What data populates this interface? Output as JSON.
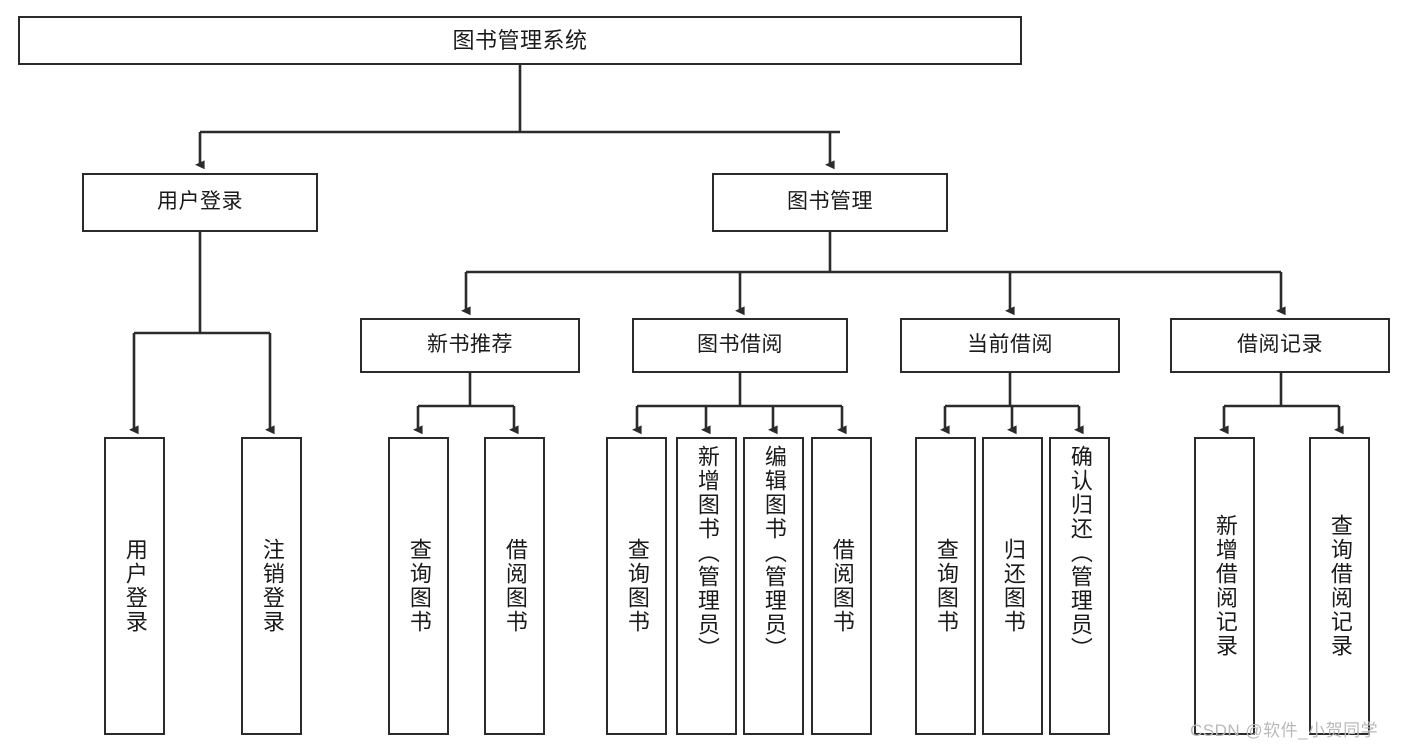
{
  "diagram": {
    "title": "图书管理系统",
    "type": "hierarchy-tree",
    "colors": {
      "stroke": "#2b2b2b",
      "fill": "#ffffff",
      "text": "#1a1a1a",
      "watermark": "#b9b9b9"
    },
    "root": {
      "label": "图书管理系统"
    },
    "level2": [
      {
        "label": "用户登录"
      },
      {
        "label": "图书管理"
      }
    ],
    "level3": [
      {
        "label": "新书推荐"
      },
      {
        "label": "图书借阅"
      },
      {
        "label": "当前借阅"
      },
      {
        "label": "借阅记录"
      }
    ],
    "leaves": {
      "user_login": [
        {
          "label": "用户登录"
        },
        {
          "label": "注销登录"
        }
      ],
      "new_book_rec": [
        {
          "label": "查询图书"
        },
        {
          "label": "借阅图书"
        }
      ],
      "book_borrow": [
        {
          "label": "查询图书"
        },
        {
          "label": "新增图书（管理员）"
        },
        {
          "label": "编辑图书（管理员）"
        },
        {
          "label": "借阅图书"
        }
      ],
      "current_borrow": [
        {
          "label": "查询图书"
        },
        {
          "label": "归还图书"
        },
        {
          "label": "确认归还（管理员）"
        }
      ],
      "borrow_records": [
        {
          "label": "新增借阅记录"
        },
        {
          "label": "查询借阅记录"
        }
      ]
    }
  },
  "watermark": {
    "text": "CSDN @软件_小贺同学"
  }
}
